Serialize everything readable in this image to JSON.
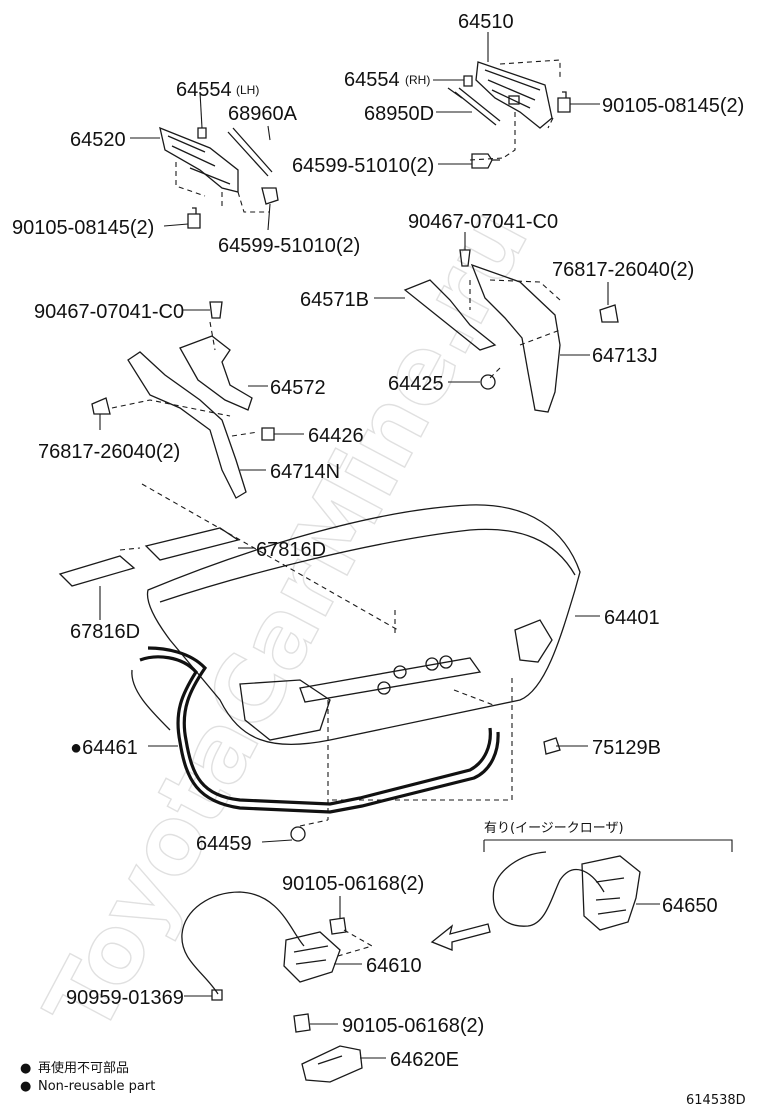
{
  "watermark": "ToyotaCarMine.ru",
  "labels": {
    "p64510": "64510",
    "p64554_rh": "64554",
    "rh_suffix": "(RH)",
    "p64554_lh": "64554",
    "lh_suffix": "(LH)",
    "p68960a": "68960A",
    "p68950d": "68950D",
    "p64520": "64520",
    "p90105_08145_r": "90105-08145(2)",
    "p90105_08145_l": "90105-08145(2)",
    "p64599_51010_r": "64599-51010(2)",
    "p64599_51010_l": "64599-51010(2)",
    "p90467_07041_c0_r": "90467-07041-C0",
    "p90467_07041_c0_l": "90467-07041-C0",
    "p76817_26040_r": "76817-26040(2)",
    "p76817_26040_l": "76817-26040(2)",
    "p64571b": "64571B",
    "p64713j": "64713J",
    "p64425": "64425",
    "p64572": "64572",
    "p64426": "64426",
    "p64714n": "64714N",
    "p67816d_a": "67816D",
    "p67816d_b": "67816D",
    "p64401": "64401",
    "p64461": "64461",
    "p75129b": "75129B",
    "p64459": "64459",
    "closer_note": "有り(イージークローザ)",
    "p64650": "64650",
    "p90105_06168_a": "90105-06168(2)",
    "p64610": "64610",
    "p90959_01369": "90959-01369",
    "p90105_06168_b": "90105-06168(2)",
    "p64620e": "64620E"
  },
  "legend": {
    "symbol": "●",
    "japanese": "再使用不可部品",
    "english": "Non-reusable part"
  },
  "diagram_code": "614538D"
}
